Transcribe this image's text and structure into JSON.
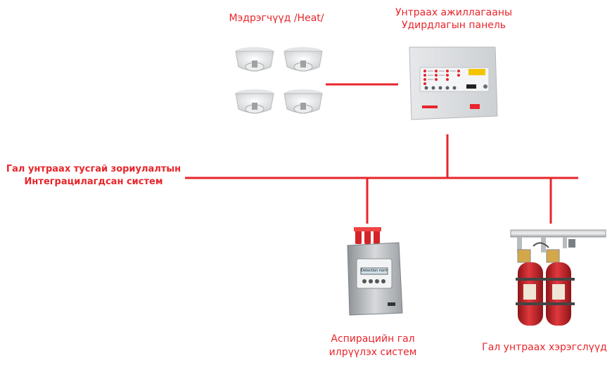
{
  "labels": {
    "detectors": "Мэдрэгчүүд /Heat/",
    "panel_line1": "Унтраах ажиллагааны",
    "panel_line2": "Удирдлагын панель",
    "system_line1": "Гал унтраах тусгай зориулалтын",
    "system_line2": "Интеграцилагдсан систем",
    "aspirating_line1": "Аспирацийн гал",
    "aspirating_line2": "илрүүлэх систем",
    "extinguishers": "Гал унтраах хэрэгслүүд"
  },
  "aspirating_display": "Detection normal",
  "colors": {
    "accent": "#e8252b",
    "cylinder": "#c8282c",
    "panel": "#d9dcdf"
  }
}
